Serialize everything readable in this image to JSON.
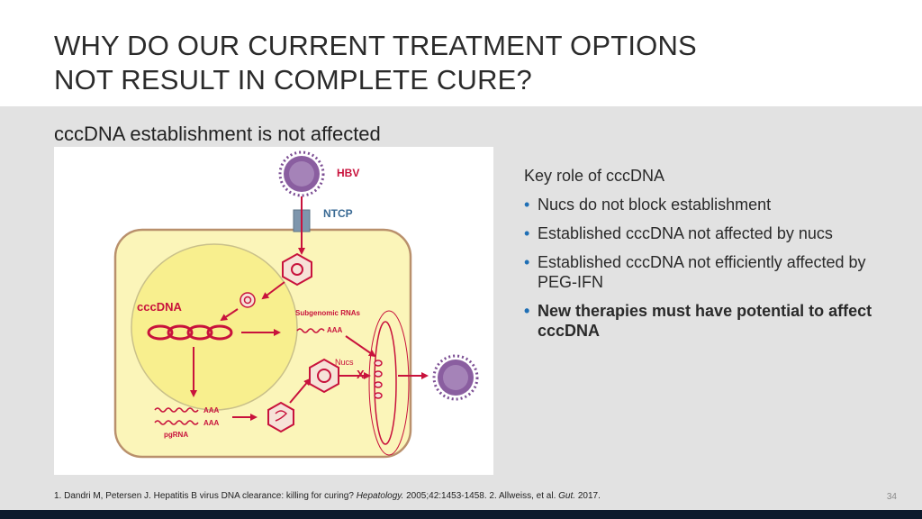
{
  "slide": {
    "title_line1": "WHY DO OUR CURRENT TREATMENT OPTIONS",
    "title_line2": "NOT RESULT IN COMPLETE CURE?",
    "subtitle": "cccDNA establishment is not affected",
    "page_number": "34"
  },
  "diagram": {
    "hbv_label": "HBV",
    "ntcp_label": "NTCP",
    "cccdna_label": "cccDNA",
    "subgenomic_label": "Subgenomic RNAs",
    "aaa_label": "AAA",
    "nucs_label": "Nucs",
    "pgrna_label": "pgRNA",
    "block_mark": "X",
    "colors": {
      "arrow": "#c8123c",
      "cell": "#fbf5b9",
      "nucleus": "#f8ef8e",
      "border": "#b9906c",
      "virus": "#8a5ea0"
    }
  },
  "key_points": {
    "heading": "Key role of cccDNA",
    "items": [
      "Nucs do not block establishment",
      "Established cccDNA not affected by nucs",
      "Established cccDNA not efficiently affected by PEG-IFN",
      "New therapies must have potential to affect cccDNA"
    ]
  },
  "footnote": {
    "part1": "1. Dandri M, Petersen J. Hepatitis B virus DNA clearance: killing for curing? ",
    "journal1": "Hepatology.",
    "part2": " 2005;42:1453-1458. 2. Allweiss, et al. ",
    "journal2": "Gut.",
    "part3": " 2017."
  }
}
